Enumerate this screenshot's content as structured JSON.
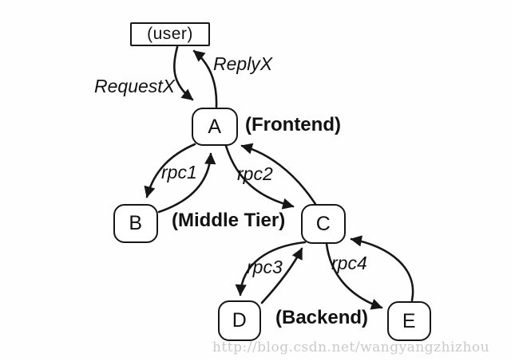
{
  "diagram": {
    "nodes": {
      "user": {
        "label": "(user)"
      },
      "a": {
        "label": "A"
      },
      "b": {
        "label": "B"
      },
      "c": {
        "label": "C"
      },
      "d": {
        "label": "D"
      },
      "e": {
        "label": "E"
      }
    },
    "tiers": {
      "frontend": "(Frontend)",
      "middle": "(Middle Tier)",
      "backend": "(Backend)"
    },
    "edges": {
      "request": "RequestX",
      "reply": "ReplyX",
      "rpc1": "rpc1",
      "rpc2": "rpc2",
      "rpc3": "rpc3",
      "rpc4": "rpc4"
    },
    "colors": {
      "stroke": "#161616",
      "background": "#ffffff",
      "watermark_text": "#cacaca"
    }
  },
  "watermark": {
    "text": "http://blog.csdn.net/wangyangzhizhou"
  }
}
